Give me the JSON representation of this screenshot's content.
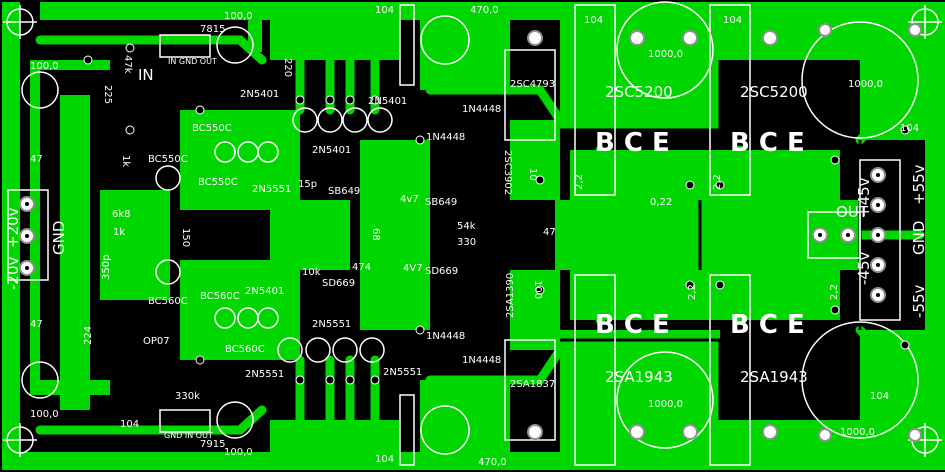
{
  "colors": {
    "copper": "#00d600",
    "background": "#000000",
    "silk": "#ffffff",
    "pad_ring": "#909090"
  },
  "labels": {
    "reg_top": "7815",
    "reg_top_pins": "IN GND OUT",
    "reg_bot": "7915",
    "reg_bot_pins": "GND IN OUT",
    "input": "IN",
    "c100_tl": "100,0",
    "c100_l": "100,0",
    "c100_bl": "100,0",
    "c100_b": "100,0",
    "c470_top": "470,0",
    "c470_bot": "470,0",
    "c1000_tl": "1000,0",
    "c1000_tr": "1000,0",
    "c1000_bl": "1000,0",
    "c1000_br": "1000,0",
    "c104_top1": "104",
    "c104_top2": "104",
    "c104_q1": "104",
    "c104_right": "104",
    "c104_q2": "104",
    "c104_bot": "104",
    "c104_bl": "104",
    "r225": "225",
    "r47_l": "47",
    "r47_b": "47",
    "r47k": "47k",
    "r1k": "1k",
    "r6k8": "6k8",
    "r1k_b": "1k",
    "rail_pos_label": "+20v",
    "rail_neg_label": "-20v",
    "gnd": "GND",
    "bc550c_1": "BC550C",
    "bc550c_2": "BC550C",
    "bc550c_3": "BC550C",
    "bc560c_1": "BC560C",
    "bc560c_2": "BC560C",
    "bc560c_3": "BC560C",
    "zd_top1": "2N5401",
    "zd_top2": "2N5401",
    "zd_top3": "2N5401",
    "zd_bot1": "2N5401",
    "zn_bot1": "2N5551",
    "zn_bot2": "2N5551",
    "zn_bot3": "2N5551",
    "zn_mid": "2N5551",
    "r220": "220",
    "r150": "150",
    "r10k": "10k",
    "r474": "474",
    "r15p": "15p",
    "r350p": "350p",
    "r224": "224",
    "op07": "OP07",
    "r330k": "330k",
    "sb649": "SB649",
    "sb649b": "SB649",
    "sd669": "SD669",
    "sd669b": "SD669",
    "in4448_1": "1N4448",
    "in4448_2": "1N4448",
    "in4448_3": "1N4448",
    "in4448_4": "1N4448",
    "c3902": "2SC3902",
    "a1390": "2SA1390",
    "c4793": "2SC4793",
    "a1837": "2SA1837",
    "c5200_1": "2SC5200",
    "c5200_2": "2SC5200",
    "a1943_1": "2SA1943",
    "a1943_2": "2SA1943",
    "bce1": "B C E",
    "bce2": "B C E",
    "bce3": "B C E",
    "bce4": "B C E",
    "r4v7": "4v7",
    "r4v7b": "4V7",
    "r68": "68",
    "r330": "330",
    "r54k": "54k",
    "r47_m": "47",
    "r10": "10",
    "r100": "100",
    "r22_1": "2,2",
    "r22_2": "2,2",
    "r22_3": "2,2",
    "r22_4": "2,2",
    "r022": "0,22",
    "out": "OUT",
    "p55": "+55v",
    "p45": "+45v",
    "gnd_r": "GND",
    "m45": "-45v",
    "m55": "-55v"
  }
}
